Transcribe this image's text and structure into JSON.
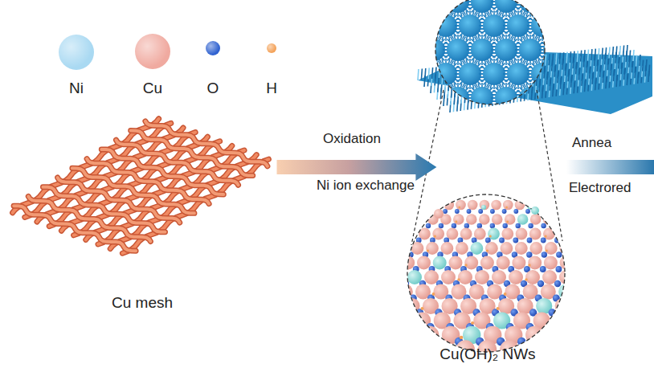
{
  "diagram": {
    "nodes": [
      {
        "text": [
          "Cu mesh"
        ]
      },
      {
        "text": [
          "Cu(OH)₂ NWs"
        ]
      }
    ],
    "edges": [
      {
        "from": 0,
        "to": 1,
        "arrow": "to",
        "label": "Oxidation"
      }
    ],
    "labels": [
      "Ni ion exchange",
      "Annea",
      "Electrored"
    ],
    "legend": [
      {
        "text": "Ni",
        "color": "#a9d9f2"
      },
      {
        "text": "Cu",
        "color": "#f0aaa0"
      },
      {
        "text": "O",
        "color": "#2f62d0"
      },
      {
        "text": "H",
        "color": "#f4a35a"
      }
    ]
  }
}
